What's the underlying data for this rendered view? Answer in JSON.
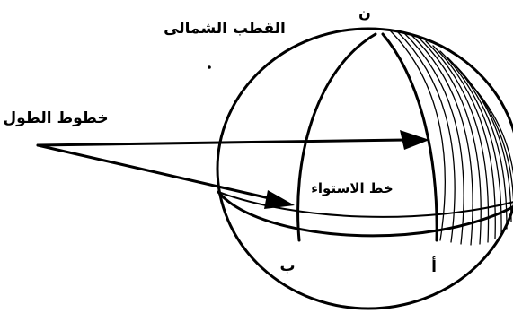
{
  "labels": {
    "north_pole": "القطب الشمالى",
    "pole_letter": "ن",
    "meridians": "خطوط الطول",
    "equator": "خط الاستواء",
    "point_b": "ب",
    "point_a": "أ"
  },
  "colors": {
    "ink": "#000000",
    "paper": "#ffffff"
  }
}
